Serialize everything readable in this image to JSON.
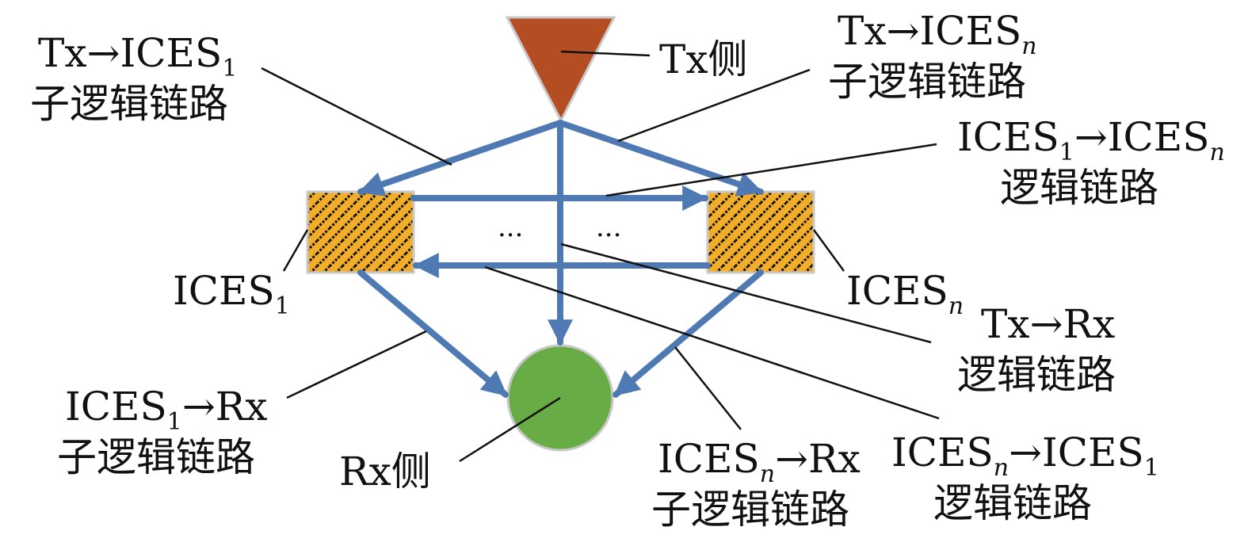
{
  "labels": {
    "tx_side": "Tx侧",
    "rx_side": "Rx侧",
    "ices": "ICES",
    "sub_1": "1",
    "sub_n": "n",
    "tx": "Tx",
    "rx": "Rx",
    "arrow": "→",
    "sub_logic_link": "子逻辑链路",
    "logic_link": "逻辑链路",
    "ellipsis": "···"
  },
  "colors": {
    "tx_triangle": "#B54D22",
    "rx_circle": "#68AC46",
    "ices_box": "#F2AE28",
    "link_arrow": "#4E79B2",
    "leader_line": "#111111"
  },
  "links": [
    {
      "id": "tx-ices1",
      "name": "Tx→ICES1 子逻辑链路"
    },
    {
      "id": "tx-icesn",
      "name": "Tx→ICESn 子逻辑链路"
    },
    {
      "id": "tx-rx",
      "name": "Tx→Rx 逻辑链路"
    },
    {
      "id": "ices1-icesn",
      "name": "ICES1→ICESn 逻辑链路"
    },
    {
      "id": "icesn-ices1",
      "name": "ICESn→ICES1 逻辑链路"
    },
    {
      "id": "ices1-rx",
      "name": "ICES1→Rx 子逻辑链路"
    },
    {
      "id": "icesn-rx",
      "name": "ICESn→Rx 子逻辑链路"
    }
  ]
}
